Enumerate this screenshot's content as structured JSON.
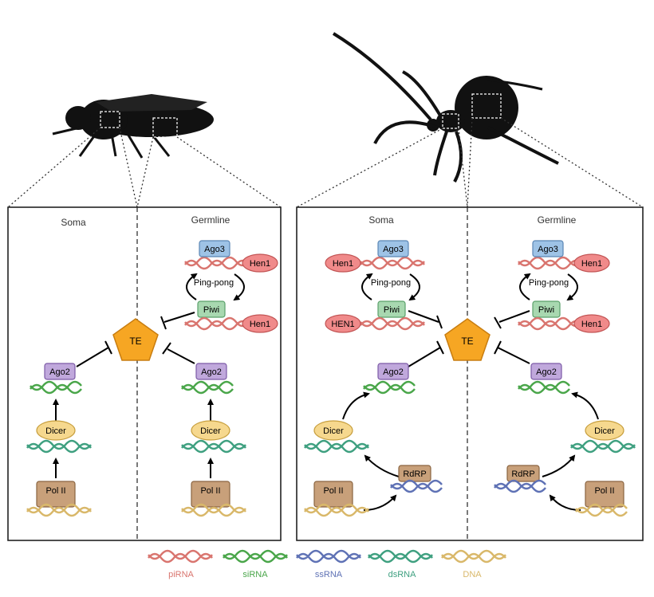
{
  "left_panel": {
    "soma_label": "Soma",
    "germline_label": "Germline",
    "ago3_label": "Ago3",
    "hen1_top_label": "Hen1",
    "pingpong_label": "Ping-pong",
    "piwi_label": "Piwi",
    "hen1_bottom_label": "Hen1",
    "te_label": "TE",
    "ago2_soma_label": "Ago2",
    "ago2_germ_label": "Ago2",
    "dicer_soma_label": "Dicer",
    "dicer_germ_label": "Dicer",
    "pol2_soma_label": "Pol II",
    "pol2_germ_label": "Pol II"
  },
  "right_panel": {
    "soma_label": "Soma",
    "germline_label": "Germline",
    "ago3_soma_label": "Ago3",
    "hen1_soma_label": "Hen1",
    "pingpong_soma_label": "Ping-pong",
    "piwi_soma_label": "Piwi",
    "hen1_soma_bottom_label": "HEN1",
    "ago3_germ_label": "Ago3",
    "hen1_germ_label": "Hen1",
    "pingpong_germ_label": "Ping-pong",
    "piwi_germ_label": "Piwi",
    "hen1_germ_bottom_label": "Hen1",
    "te_label": "TE",
    "ago2_soma_label": "Ago2",
    "ago2_germ_label": "Ago2",
    "dicer_soma_label": "Dicer",
    "dicer_germ_label": "Dicer",
    "rdrp_soma_label": "RdRP",
    "rdrp_germ_label": "RdRP",
    "pol2_soma_label": "Pol II",
    "pol2_germ_label": "Pol II"
  },
  "legend": {
    "pirna": "piRNA",
    "sirna": "siRNA",
    "ssrna": "ssRNA",
    "dsrna": "dsRNA",
    "dna": "DNA"
  },
  "colors": {
    "pirna": "#d9756f",
    "sirna": "#4aa64a",
    "ssrna": "#5f72b5",
    "dsrna": "#3fa080",
    "dna": "#d9b86a",
    "ago3_fill": "#9ec3e6",
    "piwi_fill": "#a8d8b0",
    "ago2_fill": "#c0a8dc",
    "dicer_fill": "#f6d88e",
    "pol_fill": "#c8a07a",
    "rdrp_fill": "#c8a07a",
    "hen1_fill": "#f08a8a",
    "te_fill": "#f6a623"
  }
}
